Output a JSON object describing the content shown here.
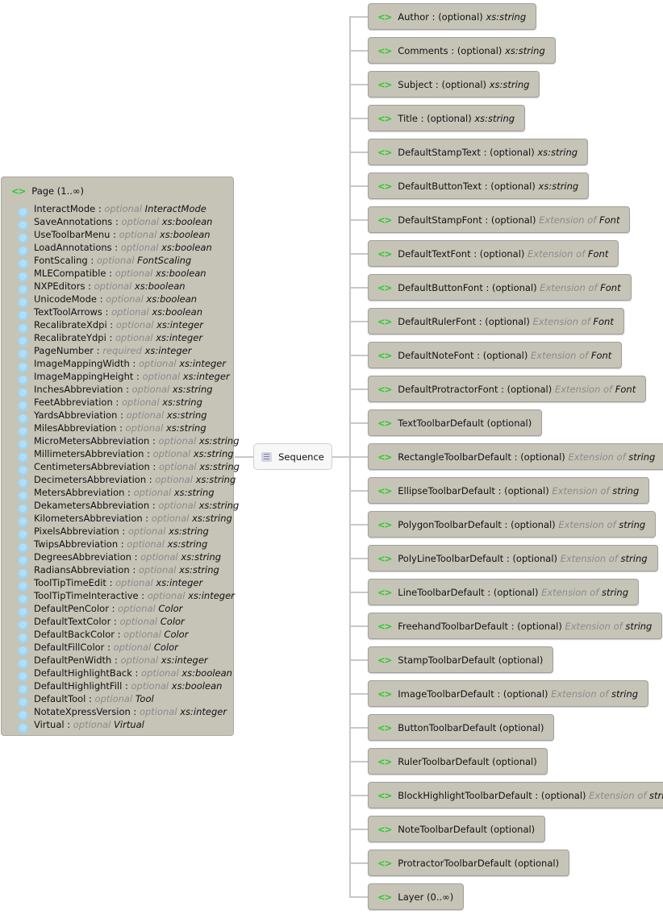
{
  "page": {
    "name": "Page",
    "card": "(1..∞)",
    "attributes": [
      [
        "InteractMode",
        "optional",
        "InteractMode"
      ],
      [
        "SaveAnnotations",
        "optional",
        "xs:boolean"
      ],
      [
        "UseToolbarMenu",
        "optional",
        "xs:boolean"
      ],
      [
        "LoadAnnotations",
        "optional",
        "xs:boolean"
      ],
      [
        "FontScaling",
        "optional",
        "FontScaling"
      ],
      [
        "MLECompatible",
        "optional",
        "xs:boolean"
      ],
      [
        "NXPEditors",
        "optional",
        "xs:boolean"
      ],
      [
        "UnicodeMode",
        "optional",
        "xs:boolean"
      ],
      [
        "TextToolArrows",
        "optional",
        "xs:boolean"
      ],
      [
        "RecalibrateXdpi",
        "optional",
        "xs:integer"
      ],
      [
        "RecalibrateYdpi",
        "optional",
        "xs:integer"
      ],
      [
        "PageNumber",
        "required",
        "xs:integer"
      ],
      [
        "ImageMappingWidth",
        "optional",
        "xs:integer"
      ],
      [
        "ImageMappingHeight",
        "optional",
        "xs:integer"
      ],
      [
        "InchesAbbreviation",
        "optional",
        "xs:string"
      ],
      [
        "FeetAbbreviation",
        "optional",
        "xs:string"
      ],
      [
        "YardsAbbreviation",
        "optional",
        "xs:string"
      ],
      [
        "MilesAbbreviation",
        "optional",
        "xs:string"
      ],
      [
        "MicroMetersAbbreviation",
        "optional",
        "xs:string"
      ],
      [
        "MillimetersAbbreviation",
        "optional",
        "xs:string"
      ],
      [
        "CentimetersAbbreviation",
        "optional",
        "xs:string"
      ],
      [
        "DecimetersAbbreviation",
        "optional",
        "xs:string"
      ],
      [
        "MetersAbbreviation",
        "optional",
        "xs:string"
      ],
      [
        "DekametersAbbreviation",
        "optional",
        "xs:string"
      ],
      [
        "KilometersAbbreviation",
        "optional",
        "xs:string"
      ],
      [
        "PixelsAbbreviation",
        "optional",
        "xs:string"
      ],
      [
        "TwipsAbbreviation",
        "optional",
        "xs:string"
      ],
      [
        "DegreesAbbreviation",
        "optional",
        "xs:string"
      ],
      [
        "RadiansAbbreviation",
        "optional",
        "xs:string"
      ],
      [
        "ToolTipTimeEdit",
        "optional",
        "xs:integer"
      ],
      [
        "ToolTipTimeInteractive",
        "optional",
        "xs:integer"
      ],
      [
        "DefaultPenColor",
        "optional",
        "Color"
      ],
      [
        "DefaultTextColor",
        "optional",
        "Color"
      ],
      [
        "DefaultBackColor",
        "optional",
        "Color"
      ],
      [
        "DefaultFillColor",
        "optional",
        "Color"
      ],
      [
        "DefaultPenWidth",
        "optional",
        "xs:integer"
      ],
      [
        "DefaultHighlightBack",
        "optional",
        "xs:boolean"
      ],
      [
        "DefaultHighlightFill",
        "optional",
        "xs:boolean"
      ],
      [
        "DefaultTool",
        "optional",
        "Tool"
      ],
      [
        "NotateXpressVersion",
        "optional",
        "xs:integer"
      ],
      [
        "Virtual",
        "optional",
        "Virtual"
      ]
    ]
  },
  "sequence": {
    "label": "Sequence"
  },
  "children": [
    {
      "name": "Author",
      "sep": " : ",
      "occ": "(optional)",
      "type": "xs:string"
    },
    {
      "name": "Comments",
      "sep": " : ",
      "occ": "(optional)",
      "type": "xs:string"
    },
    {
      "name": "Subject",
      "sep": " : ",
      "occ": "(optional)",
      "type": "xs:string"
    },
    {
      "name": "Title",
      "sep": " : ",
      "occ": "(optional)",
      "type": "xs:string"
    },
    {
      "name": "DefaultStampText",
      "sep": " : ",
      "occ": "(optional)",
      "type": "xs:string"
    },
    {
      "name": "DefaultButtonText",
      "sep": " : ",
      "occ": "(optional)",
      "type": "xs:string"
    },
    {
      "name": "DefaultStampFont",
      "sep": " : ",
      "occ": "(optional)",
      "ext": "Extension of",
      "type": "Font"
    },
    {
      "name": "DefaultTextFont",
      "sep": " : ",
      "occ": "(optional)",
      "ext": "Extension of",
      "type": "Font"
    },
    {
      "name": "DefaultButtonFont",
      "sep": " : ",
      "occ": "(optional)",
      "ext": "Extension of",
      "type": "Font"
    },
    {
      "name": "DefaultRulerFont",
      "sep": " : ",
      "occ": "(optional)",
      "ext": "Extension of",
      "type": "Font"
    },
    {
      "name": "DefaultNoteFont",
      "sep": " : ",
      "occ": "(optional)",
      "ext": "Extension of",
      "type": "Font"
    },
    {
      "name": "DefaultProtractorFont",
      "sep": " : ",
      "occ": "(optional)",
      "ext": "Extension of",
      "type": "Font"
    },
    {
      "name": "TextToolbarDefault",
      "sep": " ",
      "occ": "(optional)"
    },
    {
      "name": "RectangleToolbarDefault",
      "sep": " : ",
      "occ": "(optional)",
      "ext": "Extension of",
      "type": "string"
    },
    {
      "name": "EllipseToolbarDefault",
      "sep": " : ",
      "occ": "(optional)",
      "ext": "Extension of",
      "type": "string"
    },
    {
      "name": "PolygonToolbarDefault",
      "sep": " : ",
      "occ": "(optional)",
      "ext": "Extension of",
      "type": "string"
    },
    {
      "name": "PolyLineToolbarDefault",
      "sep": " : ",
      "occ": "(optional)",
      "ext": "Extension of",
      "type": "string"
    },
    {
      "name": "LineToolbarDefault",
      "sep": " : ",
      "occ": "(optional)",
      "ext": "Extension of",
      "type": "string"
    },
    {
      "name": "FreehandToolbarDefault",
      "sep": " : ",
      "occ": "(optional)",
      "ext": "Extension of",
      "type": "string"
    },
    {
      "name": "StampToolbarDefault",
      "sep": " ",
      "occ": "(optional)"
    },
    {
      "name": "ImageToolbarDefault",
      "sep": " : ",
      "occ": "(optional)",
      "ext": "Extension of",
      "type": "string"
    },
    {
      "name": "ButtonToolbarDefault",
      "sep": " ",
      "occ": "(optional)"
    },
    {
      "name": "RulerToolbarDefault",
      "sep": " ",
      "occ": "(optional)"
    },
    {
      "name": "BlockHighlightToolbarDefault",
      "sep": " : ",
      "occ": "(optional)",
      "ext": "Extension of",
      "type": "string"
    },
    {
      "name": "NoteToolbarDefault",
      "sep": " ",
      "occ": "(optional)"
    },
    {
      "name": "ProtractorToolbarDefault",
      "sep": " ",
      "occ": "(optional)"
    },
    {
      "name": "Layer",
      "sep": " ",
      "occ": "(0..∞)"
    }
  ],
  "colors": {
    "node": "#c6c4b6",
    "element_icon": "#22cc22",
    "attr_icon": "#9fd4f2"
  }
}
